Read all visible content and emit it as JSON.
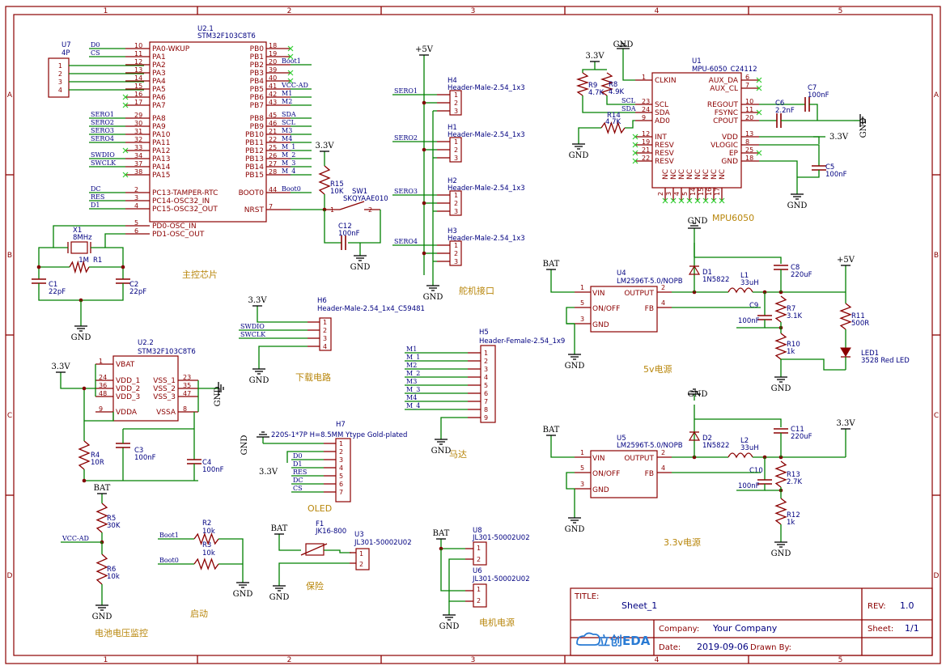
{
  "border": {
    "cols": [
      "1",
      "2",
      "3",
      "4",
      "5"
    ],
    "rows": [
      "A",
      "B",
      "C",
      "D"
    ]
  },
  "title_block": {
    "title_label": "TITLE:",
    "title": "Sheet_1",
    "rev_label": "REV:",
    "rev": "1.0",
    "company_label": "Company:",
    "company": "Your Company",
    "sheet_label": "Sheet:",
    "sheet": "1/1",
    "date_label": "Date:",
    "date": "2019-09-06",
    "drawn_label": "Drawn By:",
    "logo": "立创EDA"
  },
  "u2_1": {
    "ref": "U2.1",
    "part": "STM32F103C8T6",
    "left_pins": [
      {
        "num": "10",
        "name": "PA0-WKUP",
        "net": "D0"
      },
      {
        "num": "11",
        "name": "PA1",
        "net": "CS"
      },
      {
        "num": "12",
        "name": "PA2",
        "net": ""
      },
      {
        "num": "13",
        "name": "PA3",
        "net": ""
      },
      {
        "num": "14",
        "name": "PA4",
        "net": ""
      },
      {
        "num": "15",
        "name": "PA5",
        "net": ""
      },
      {
        "num": "16",
        "name": "PA6",
        "net": ""
      },
      {
        "num": "17",
        "name": "PA7",
        "net": ""
      },
      {
        "num": "29",
        "name": "PA8",
        "net": "SERO1"
      },
      {
        "num": "30",
        "name": "PA9",
        "net": "SERO2"
      },
      {
        "num": "31",
        "name": "PA10",
        "net": "SERO3"
      },
      {
        "num": "32",
        "name": "PA11",
        "net": "SERO4"
      },
      {
        "num": "33",
        "name": "PA12",
        "net": ""
      },
      {
        "num": "34",
        "name": "PA13",
        "net": "SWDIO"
      },
      {
        "num": "37",
        "name": "PA14",
        "net": "SWCLK"
      },
      {
        "num": "38",
        "name": "PA15",
        "net": ""
      },
      {
        "num": "2",
        "name": "PC13-TAMPER-RTC",
        "net": "DC"
      },
      {
        "num": "3",
        "name": "PC14-OSC32_IN",
        "net": "RES"
      },
      {
        "num": "4",
        "name": "PC15-OSC32_OUT",
        "net": "D1"
      },
      {
        "num": "5",
        "name": "PD0-OSC_IN",
        "net": ""
      },
      {
        "num": "6",
        "name": "PD1-OSC_OUT",
        "net": ""
      }
    ],
    "right_pins": [
      {
        "num": "18",
        "name": "PB0",
        "net": ""
      },
      {
        "num": "19",
        "name": "PB1",
        "net": ""
      },
      {
        "num": "20",
        "name": "PB2",
        "net": "Boot1"
      },
      {
        "num": "39",
        "name": "PB3",
        "net": ""
      },
      {
        "num": "40",
        "name": "PB4",
        "net": ""
      },
      {
        "num": "41",
        "name": "PB5",
        "net": "VCC-AD"
      },
      {
        "num": "42",
        "name": "PB6",
        "net": "M1"
      },
      {
        "num": "43",
        "name": "PB7",
        "net": "M2"
      },
      {
        "num": "45",
        "name": "PB8",
        "net": "SDA"
      },
      {
        "num": "46",
        "name": "PB9",
        "net": "SCL"
      },
      {
        "num": "21",
        "name": "PB10",
        "net": "M3"
      },
      {
        "num": "22",
        "name": "PB11",
        "net": "M4"
      },
      {
        "num": "25",
        "name": "PB12",
        "net": "M_1"
      },
      {
        "num": "26",
        "name": "PB13",
        "net": "M_2"
      },
      {
        "num": "27",
        "name": "PB14",
        "net": "M_3"
      },
      {
        "num": "28",
        "name": "PB15",
        "net": "M_4"
      },
      {
        "num": "44",
        "name": "BOOT0",
        "net": "Boot0"
      },
      {
        "num": "7",
        "name": "NRST",
        "net": ""
      }
    ]
  },
  "u7": {
    "ref": "U7",
    "part": "4P",
    "pins": [
      "1",
      "2",
      "3",
      "4"
    ]
  },
  "x1": {
    "ref": "X1",
    "value": "8MHz"
  },
  "r1": {
    "ref": "R1",
    "value": "1M"
  },
  "c1": {
    "ref": "C1",
    "value": "22pF"
  },
  "c2": {
    "ref": "C2",
    "value": "22pF"
  },
  "r15": {
    "ref": "R15",
    "value": "10K"
  },
  "sw1": {
    "ref": "SW1",
    "part": "SKQYAAE010",
    "pin1": "1",
    "pin2": "2"
  },
  "c12": {
    "ref": "C12",
    "value": "100nF"
  },
  "main_chip_label": "主控芯片",
  "u2_2": {
    "ref": "U2.2",
    "part": "STM32F103C8T6",
    "left": [
      {
        "num": "1",
        "name": "VBAT"
      },
      {
        "num": "24",
        "name": "VDD_1"
      },
      {
        "num": "36",
        "name": "VDD_2"
      },
      {
        "num": "48",
        "name": "VDD_3"
      },
      {
        "num": "9",
        "name": "VDDA"
      }
    ],
    "right": [
      {
        "num": "23",
        "name": "VSS_1"
      },
      {
        "num": "35",
        "name": "VSS_2"
      },
      {
        "num": "47",
        "name": "VSS_3"
      },
      {
        "num": "8",
        "name": "VSSA"
      }
    ]
  },
  "r4": {
    "ref": "R4",
    "value": "10R"
  },
  "c3": {
    "ref": "C3",
    "value": "100nF"
  },
  "c4": {
    "ref": "C4",
    "value": "100nF"
  },
  "servo": {
    "label": "舵机接口",
    "headers": [
      {
        "ref": "H4",
        "part": "Header-Male-2.54_1x3",
        "net": "SERO1"
      },
      {
        "ref": "H1",
        "part": "Header-Male-2.54_1x3",
        "net": "SERO2"
      },
      {
        "ref": "H2",
        "part": "Header-Male-2.54_1x3",
        "net": "SERO3"
      },
      {
        "ref": "H3",
        "part": "Header-Male-2.54_1x3",
        "net": "SERO4"
      }
    ],
    "pins": [
      "1",
      "2",
      "3"
    ]
  },
  "h6": {
    "ref": "H6",
    "part": "Header-Male-2.54_1x4_C59481",
    "nets": [
      "SWDIO",
      "SWCLK"
    ],
    "pins": [
      "1",
      "2",
      "3",
      "4"
    ],
    "label": "下载电路"
  },
  "h5": {
    "ref": "H5",
    "part": "Header-Female-2.54_1x9",
    "nets": [
      "M1",
      "M_1",
      "M2",
      "M_2",
      "M3",
      "M_3",
      "M4",
      "M_4"
    ],
    "pins": [
      "1",
      "2",
      "3",
      "4",
      "5",
      "6",
      "7",
      "8",
      "9"
    ],
    "label": "马达"
  },
  "h7": {
    "ref": "H7",
    "part": "220S-1*7P H=8.5MM Ytype Gold-plated",
    "nets": [
      "D0",
      "D1",
      "RES",
      "DC",
      "CS"
    ],
    "pins": [
      "1",
      "2",
      "3",
      "4",
      "5",
      "6",
      "7"
    ],
    "label": "OLED"
  },
  "u1": {
    "ref": "U1",
    "part": "MPU-6050_C24112",
    "label": "MPU6050",
    "left": [
      {
        "num": "1",
        "name": "CLKIN"
      },
      {
        "num": "23",
        "name": "SCL"
      },
      {
        "num": "24",
        "name": "SDA"
      },
      {
        "num": "9",
        "name": "AD0"
      },
      {
        "num": "12",
        "name": "INT"
      },
      {
        "num": "19",
        "name": "RESV"
      },
      {
        "num": "21",
        "name": "RESV"
      },
      {
        "num": "22",
        "name": "RESV"
      }
    ],
    "right": [
      {
        "num": "6",
        "name": "AUX_DA"
      },
      {
        "num": "7",
        "name": "AUX_CL"
      },
      {
        "num": "10",
        "name": "REGOUT"
      },
      {
        "num": "11",
        "name": "FSYNC"
      },
      {
        "num": "20",
        "name": "CPOUT"
      },
      {
        "num": "13",
        "name": "VDD"
      },
      {
        "num": "8",
        "name": "VLOGIC"
      },
      {
        "num": "25",
        "name": "EP"
      },
      {
        "num": "18",
        "name": "GND"
      }
    ],
    "bottom_nums": [
      "2",
      "3",
      "4",
      "5",
      "14",
      "15",
      "16",
      "17"
    ],
    "bottom_name": "NC"
  },
  "r9": {
    "ref": "R9",
    "value": "4.7K"
  },
  "r8": {
    "ref": "R8",
    "value": "4.9K"
  },
  "r14": {
    "ref": "R14",
    "value": "4.7K"
  },
  "c7": {
    "ref": "C7",
    "value": "100nF"
  },
  "c6": {
    "ref": "C6",
    "value": "2.2nF"
  },
  "c5": {
    "ref": "C5",
    "value": "100nF"
  },
  "reg5": {
    "ref": "U4",
    "part": "LM2596T-5.0/NOPB",
    "label": "5v电源",
    "pins": [
      {
        "num": "1",
        "name": "VIN"
      },
      {
        "num": "5",
        "name": "ON/OFF"
      },
      {
        "num": "3",
        "name": "GND"
      },
      {
        "num": "2",
        "name": "OUTPUT"
      },
      {
        "num": "4",
        "name": "FB"
      }
    ],
    "d": {
      "ref": "D1",
      "value": "1N5822"
    },
    "l": {
      "ref": "L1",
      "value": "33uH"
    },
    "c8": {
      "ref": "C8",
      "value": "220uF"
    },
    "c9": {
      "ref": "C9",
      "value": "100nF"
    },
    "r7": {
      "ref": "R7",
      "value": "3.1K"
    },
    "r10": {
      "ref": "R10",
      "value": "1k"
    },
    "r11": {
      "ref": "R11",
      "value": "500R"
    },
    "led": {
      "ref": "LED1",
      "value": "3528 Red LED"
    }
  },
  "reg33": {
    "ref": "U5",
    "part": "LM2596T-5.0/NOPB",
    "label": "3.3v电源",
    "pins": [
      {
        "num": "1",
        "name": "VIN"
      },
      {
        "num": "5",
        "name": "ON/OFF"
      },
      {
        "num": "3",
        "name": "GND"
      },
      {
        "num": "2",
        "name": "OUTPUT"
      },
      {
        "num": "4",
        "name": "FB"
      }
    ],
    "d": {
      "ref": "D2",
      "value": "1N5822"
    },
    "l": {
      "ref": "L2",
      "value": "33uH"
    },
    "c11": {
      "ref": "C11",
      "value": "220uF"
    },
    "c10": {
      "ref": "C10",
      "value": "100nF"
    },
    "r13": {
      "ref": "R13",
      "value": "2.7K"
    },
    "r12": {
      "ref": "R12",
      "value": "1k"
    }
  },
  "batt_mon": {
    "label": "电池电压监控",
    "r5": {
      "ref": "R5",
      "value": "30K"
    },
    "r6": {
      "ref": "R6",
      "value": "10k"
    },
    "net": "VCC-AD"
  },
  "boot": {
    "label": "启动",
    "r2": {
      "ref": "R2",
      "value": "10k"
    },
    "r3": {
      "ref": "R3",
      "value": "10k"
    },
    "nets": [
      "Boot1",
      "Boot0"
    ]
  },
  "fuse": {
    "label": "保险",
    "f1": {
      "ref": "F1",
      "value": "JK16-800"
    },
    "u3": {
      "ref": "U3",
      "part": "JL301-50002U02"
    }
  },
  "motor_pwr": {
    "label": "电机电源",
    "u8": {
      "ref": "U8",
      "part": "JL301-50002U02"
    },
    "u6": {
      "ref": "U6",
      "part": "JL301-50002U02"
    }
  },
  "power": {
    "gnd": "GND",
    "v33": "3.3V",
    "v5": "+5V",
    "bat": "BAT"
  },
  "colors": {
    "wire": "#008000",
    "part": "#8b0000",
    "net": "#000080",
    "noconnect": "#33cc33",
    "label": "#b8860b"
  }
}
